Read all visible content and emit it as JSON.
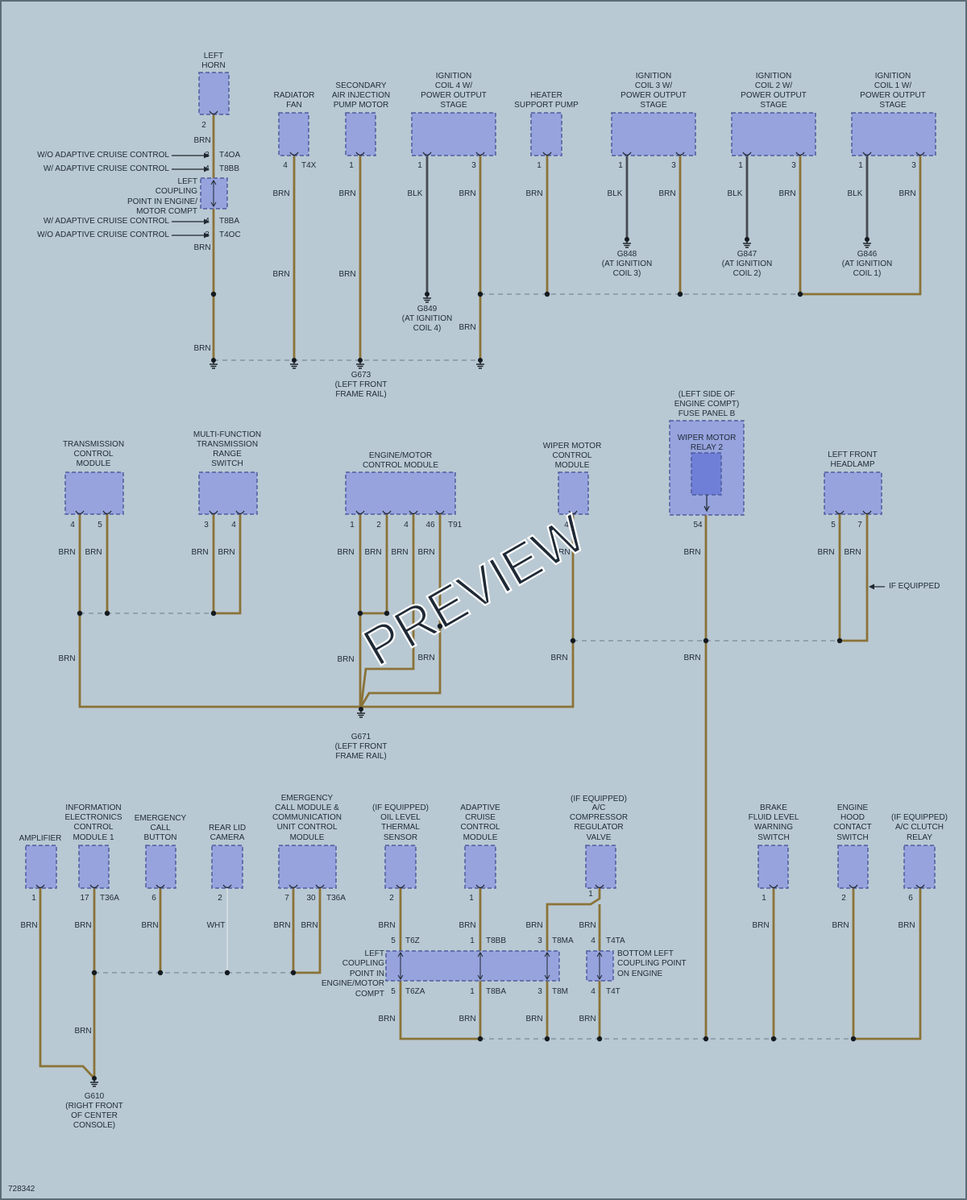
{
  "diagram_id": "728342",
  "watermark": "PREVIEW",
  "colors": {
    "background": "#b9c9d3",
    "component_fill": "#96a3dd",
    "component_stroke": "#4f5c9e",
    "relay_fill": "#6f7fd8",
    "brn_wire": "#8a7338",
    "blk_wire": "#454a52",
    "wht_wire": "#d9e0e4",
    "splice_dash": "#8593a3",
    "text": "#1f2a36"
  },
  "labels": [
    "LEFT",
    "HORN",
    "2",
    "BRN",
    "W/O ADAPTIVE CRUISE CONTROL",
    "3",
    "T4OA",
    "W/ ADAPTIVE CRUISE CONTROL",
    "4",
    "T8BB",
    "LEFT",
    "COUPLING",
    "POINT IN ENGINE/",
    "MOTOR COMPT",
    "W/ ADAPTIVE CRUISE CONTROL",
    "4",
    "T8BA",
    "W/O ADAPTIVE CRUISE CONTROL",
    "3",
    "T4OC",
    "BRN",
    "BRN",
    "RADIATOR",
    "FAN",
    "4",
    "T4X",
    "BRN",
    "BRN",
    "SECONDARY",
    "AIR INJECTION",
    "PUMP MOTOR",
    "1",
    "BRN",
    "BRN",
    "IGNITION",
    "COIL 4 W/",
    "POWER OUTPUT",
    "STAGE",
    "1",
    "3",
    "BLK",
    "BRN",
    "G849",
    "(AT IGNITION",
    "COIL 4)",
    "BRN",
    "HEATER",
    "SUPPORT PUMP",
    "1",
    "BRN",
    "IGNITION",
    "COIL 3 W/",
    "POWER OUTPUT",
    "STAGE",
    "1",
    "3",
    "BLK",
    "BRN",
    "G848",
    "(AT IGNITION",
    "COIL 3)",
    "IGNITION",
    "COIL 2 W/",
    "POWER OUTPUT",
    "STAGE",
    "1",
    "3",
    "BLK",
    "BRN",
    "G847",
    "(AT IGNITION",
    "COIL 2)",
    "IGNITION",
    "COIL 1 W/",
    "POWER OUTPUT",
    "STAGE",
    "1",
    "3",
    "BLK",
    "BRN",
    "G846",
    "(AT IGNITION",
    "COIL 1)",
    "G673",
    "(LEFT FRONT",
    "FRAME RAIL)",
    "TRANSMISSION",
    "CONTROL",
    "MODULE",
    "4",
    "5",
    "BRN",
    "BRN",
    "MULTI-FUNCTION",
    "TRANSMISSION",
    "RANGE",
    "SWITCH",
    "3",
    "4",
    "BRN",
    "BRN",
    "ENGINE/MOTOR",
    "CONTROL MODULE",
    "1",
    "2",
    "4",
    "46",
    "T91",
    "BRN",
    "BRN",
    "BRN",
    "BRN",
    "BRN",
    "BRN",
    "BRN",
    "WIPER MOTOR",
    "CONTROL",
    "MODULE",
    "4",
    "BRN",
    "BRN",
    "(LEFT SIDE OF",
    "ENGINE COMPT)",
    "FUSE PANEL B",
    "WIPER MOTOR",
    "RELAY 2",
    "54",
    "BRN",
    "BRN",
    "LEFT FRONT",
    "HEADLAMP",
    "5",
    "7",
    "BRN",
    "BRN",
    "IF EQUIPPED",
    "G671",
    "(LEFT FRONT",
    "FRAME RAIL)",
    "AMPLIFIER",
    "1",
    "BRN",
    "INFORMATION",
    "ELECTRONICS",
    "CONTROL",
    "MODULE 1",
    "17",
    "T36A",
    "BRN",
    "BRN",
    "EMERGENCY",
    "CALL",
    "BUTTON",
    "6",
    "BRN",
    "REAR LID",
    "CAMERA",
    "2",
    "WHT",
    "EMERGENCY",
    "CALL MODULE &",
    "COMMUNICATION",
    "UNIT CONTROL",
    "MODULE",
    "7",
    "30",
    "T36A",
    "BRN",
    "BRN",
    "G610",
    "(RIGHT FRONT",
    "OF CENTER",
    "CONSOLE)",
    "(IF EQUIPPED)",
    "OIL LEVEL",
    "THERMAL",
    "SENSOR",
    "2",
    "BRN",
    "5",
    "T6Z",
    "LEFT",
    "COUPLING",
    "POINT IN",
    "ENGINE/MOTOR",
    "COMPT",
    "5",
    "T6ZA",
    "BRN",
    "ADAPTIVE",
    "CRUISE",
    "CONTROL",
    "MODULE",
    "1",
    "BRN",
    "1",
    "T8BB",
    "1",
    "T8BA",
    "BRN",
    "(IF EQUIPPED)",
    "A/C",
    "COMPRESSOR",
    "REGULATOR",
    "VALVE",
    "1",
    "BRN",
    "3",
    "T8MA",
    "3",
    "T8M",
    "BRN",
    "BRN",
    "4",
    "T4TA",
    "BOTTOM LEFT",
    "COUPLING POINT",
    "ON ENGINE",
    "4",
    "T4T",
    "BRN",
    "BRAKE",
    "FLUID LEVEL",
    "WARNING",
    "SWITCH",
    "1",
    "BRN",
    "ENGINE",
    "HOOD",
    "CONTACT",
    "SWITCH",
    "2",
    "BRN",
    "(IF EQUIPPED)",
    "A/C CLUTCH",
    "RELAY",
    "6",
    "BRN"
  ]
}
